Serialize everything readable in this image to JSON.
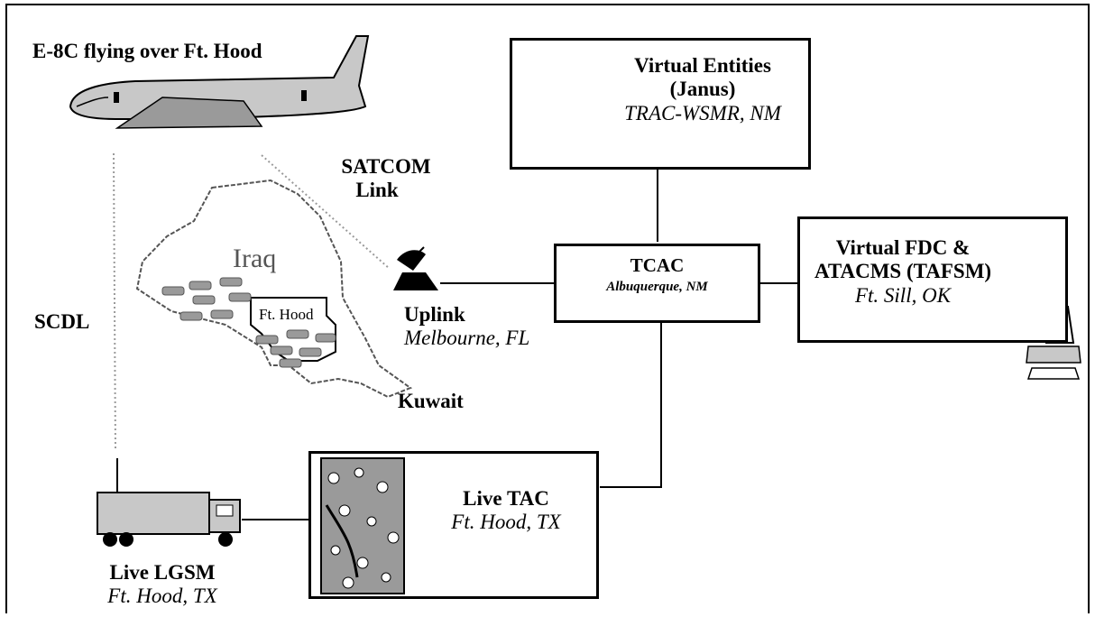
{
  "diagram": {
    "e8c_label": "E-8C flying over Ft. Hood",
    "satcom_line1": "SATCOM",
    "satcom_line2": "Link",
    "scdl_label": "SCDL",
    "iraq_label": "Iraq",
    "fthood_map_label": "Ft. Hood",
    "kuwait_label": "Kuwait",
    "uplink": {
      "title": "Uplink",
      "location": "Melbourne, FL"
    },
    "tcac": {
      "title": "TCAC",
      "location": "Albuquerque, NM"
    },
    "virtual_entities": {
      "line1": "Virtual Entities",
      "line2": "(Janus)",
      "location": "TRAC-WSMR, NM"
    },
    "virtual_fdc": {
      "line1": "Virtual FDC &",
      "line2": "ATACMS (TAFSM)",
      "location": "Ft. Sill, OK"
    },
    "live_tac": {
      "title": "Live TAC",
      "location": "Ft. Hood, TX"
    },
    "live_lgsm": {
      "title": "Live LGSM",
      "location": "Ft. Hood, TX"
    }
  },
  "icons": {
    "aircraft": "e8c-aircraft-icon",
    "dish": "satellite-dish-icon",
    "computer": "desktop-computer-icon",
    "operator": "operator-at-computer-icon",
    "truck": "lgsm-truck-icon",
    "map": "iraq-map-icon",
    "tac_image": "live-tac-map-icon"
  },
  "colors": {
    "line": "#000000",
    "background": "#ffffff",
    "shading": "#9a9a9a"
  }
}
